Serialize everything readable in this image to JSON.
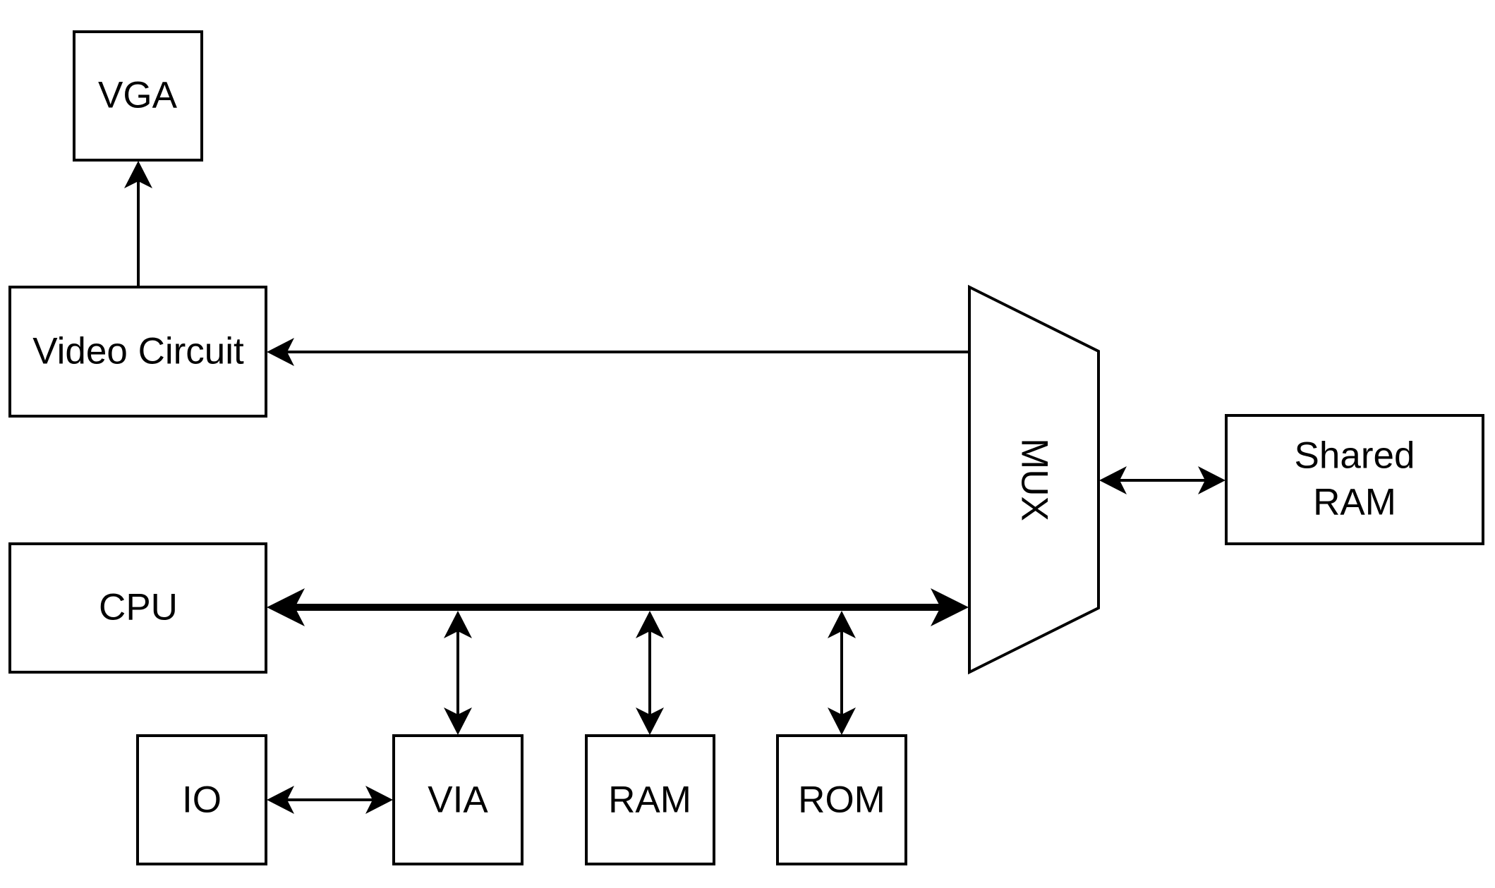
{
  "diagram": {
    "title": "",
    "stroke_color": "#000000",
    "fill_color": "#ffffff",
    "blocks": {
      "vga": "VGA",
      "video_circuit": "Video Circuit",
      "cpu": "CPU",
      "io": "IO",
      "via": "VIA",
      "ram": "RAM",
      "rom": "ROM",
      "mux": "MUX",
      "shared_ram_line1": "Shared",
      "shared_ram_line2": "RAM"
    },
    "connections": [
      {
        "from": "Video Circuit",
        "to": "VGA",
        "direction": "one-way"
      },
      {
        "from": "MUX",
        "to": "Video Circuit",
        "direction": "one-way"
      },
      {
        "from": "CPU",
        "to": "MUX",
        "direction": "bidirectional",
        "type": "bus"
      },
      {
        "from": "Bus",
        "to": "VIA",
        "direction": "bidirectional"
      },
      {
        "from": "Bus",
        "to": "RAM",
        "direction": "bidirectional"
      },
      {
        "from": "Bus",
        "to": "ROM",
        "direction": "bidirectional"
      },
      {
        "from": "IO",
        "to": "VIA",
        "direction": "bidirectional"
      },
      {
        "from": "MUX",
        "to": "Shared RAM",
        "direction": "bidirectional"
      }
    ]
  }
}
